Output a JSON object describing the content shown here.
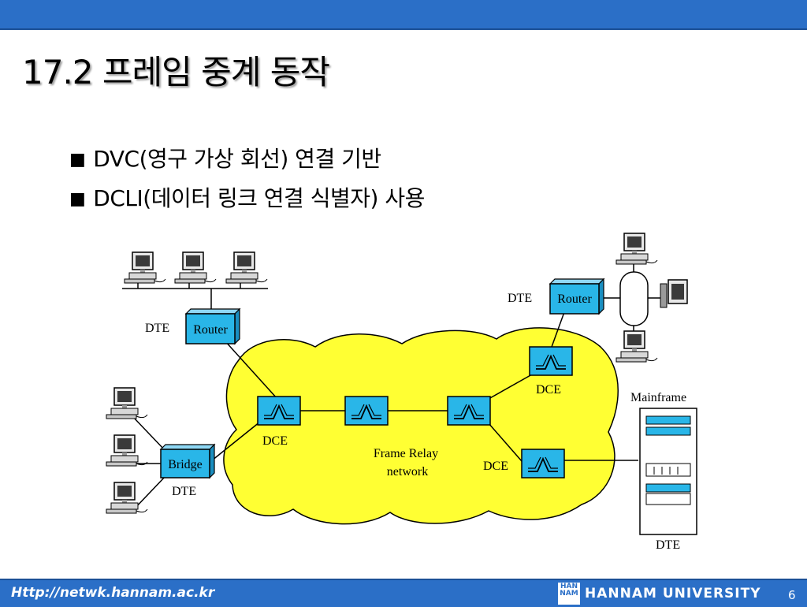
{
  "slide": {
    "title": "17.2 프레임 중계 동작",
    "bullets": [
      {
        "mark": "■",
        "text": "DVC(영구 가상 회선) 연결 기반"
      },
      {
        "mark": "■",
        "text": "DCLI(데이터 링크 연결 식별자) 사용"
      }
    ]
  },
  "diagram": {
    "network_label_line1": "Frame Relay",
    "network_label_line2": "network",
    "router_label": "Router",
    "bridge_label": "Bridge",
    "dte_label": "DTE",
    "dce_label": "DCE",
    "mainframe_label": "Mainframe",
    "icons": [
      "computer-icon",
      "router-icon",
      "bridge-icon",
      "switch-icon",
      "mainframe-icon",
      "ring-hub-icon"
    ],
    "colors": {
      "cloud": "#ffff33",
      "device": "#29b6e8",
      "header_bar": "#2b6fc7"
    }
  },
  "footer": {
    "url": "Http://netwk.hannam.ac.kr",
    "logo_text": "HAN NAM",
    "university": "HANNAM  UNIVERSITY",
    "page_number": "6"
  }
}
